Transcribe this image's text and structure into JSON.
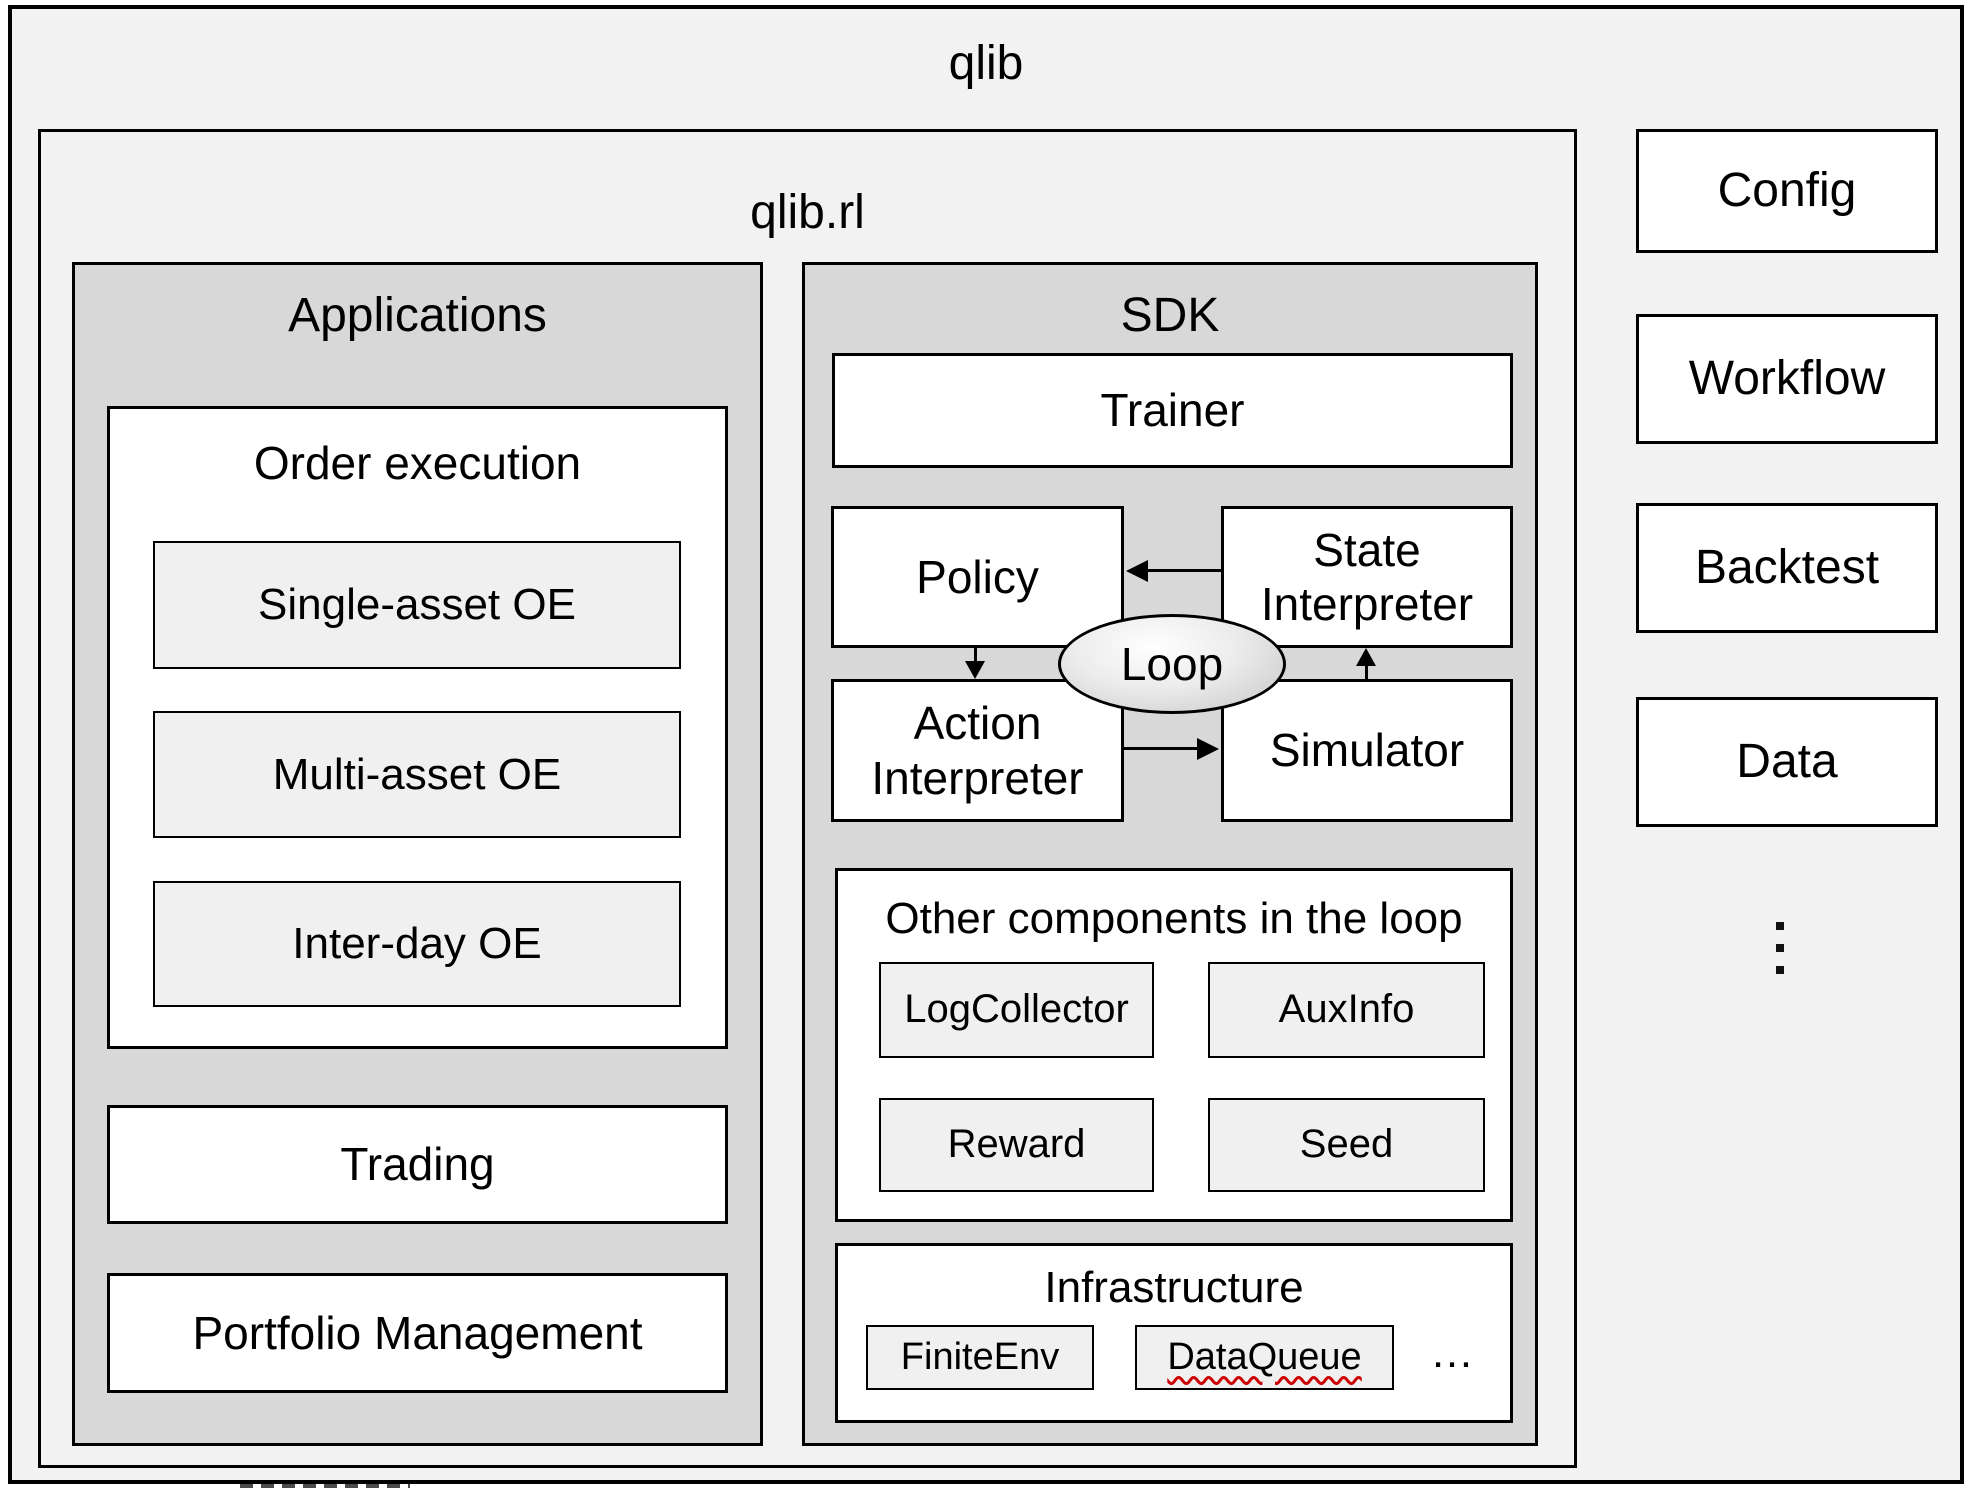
{
  "colors": {
    "canvas_fill": "#f2f2f2",
    "panel_fill": "#d8d8d8",
    "card_fill": "#ffffff",
    "chip_fill": "#f0f0f0",
    "border": "#000000",
    "loop_edge": "#c6c6c6",
    "squiggle_red": "#cc0000"
  },
  "diagram": {
    "title": "qlib",
    "module": {
      "title": "qlib.rl",
      "applications": {
        "title": "Applications",
        "order_execution": {
          "title": "Order execution",
          "items": [
            "Single-asset OE",
            "Multi-asset OE",
            "Inter-day OE"
          ]
        },
        "items": [
          "Trading",
          "Portfolio Management"
        ]
      },
      "sdk": {
        "title": "SDK",
        "trainer": "Trainer",
        "loop": {
          "badge": "Loop",
          "policy": "Policy",
          "state_interpreter": "State Interpreter",
          "action_interpreter": "Action Interpreter",
          "simulator": "Simulator"
        },
        "other_components": {
          "title": "Other components in the loop",
          "items": [
            "LogCollector",
            "AuxInfo",
            "Reward",
            "Seed"
          ]
        },
        "infrastructure": {
          "title": "Infrastructure",
          "items": [
            "FiniteEnv",
            "DataQueue"
          ],
          "ellipsis": "…"
        }
      }
    },
    "side_modules": {
      "items": [
        "Config",
        "Workflow",
        "Backtest",
        "Data"
      ]
    }
  }
}
